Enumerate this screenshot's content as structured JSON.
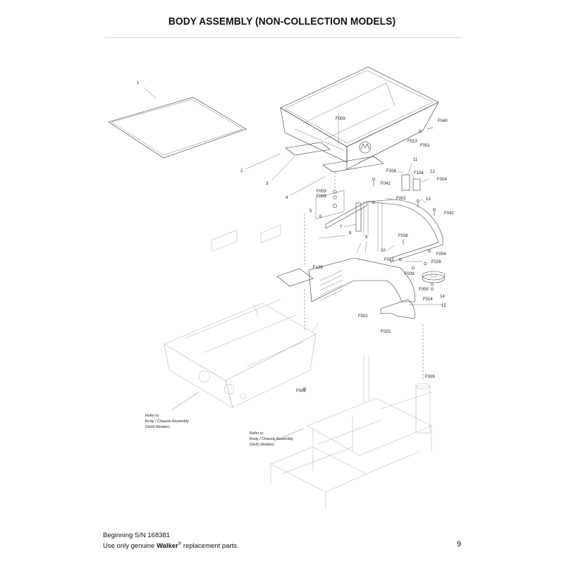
{
  "page": {
    "title": "BODY ASSEMBLY (NON-COLLECTION MODELS)",
    "page_number": "9"
  },
  "footer": {
    "line1": "Beginning S/N 168381",
    "line2_pre": "Use only genuine ",
    "brand": "Walker",
    "registered": "®",
    "line2_post": " replacement parts."
  },
  "callouts": {
    "c1": "1",
    "c2": "2",
    "c3": "3",
    "c4": "4",
    "c5": "5",
    "c6": "6",
    "c7": "7",
    "c8": "8",
    "c9": "9",
    "c10": "10",
    "c11": "11",
    "c12": "12",
    "c13": "13",
    "c14": "14",
    "c15": "15",
    "f009a": "F009",
    "f040": "F040",
    "f013": "F013",
    "f051": "F051",
    "f104a": "F104",
    "f104b": "F104",
    "f004a": "F004",
    "f042a": "F042",
    "f002a": "F002",
    "f042b": "F042",
    "f009b": "F009",
    "f009c": "F009",
    "f038a": "F038",
    "f004b": "F004",
    "f012": "F012",
    "f026": "F026",
    "f038b": "F038",
    "f128": "F128",
    "f059": "F059",
    "f014": "F014",
    "f002b": "F002",
    "f025": "F025",
    "f009d": "F009",
    "f002c": "F002"
  },
  "notes": {
    "ref1_l1": "Refer to",
    "ref1_l2": "Body / Chassis Assembly",
    "ref1_l3": "(GHS Models)",
    "ref2_l1": "Refer to",
    "ref2_l2": "Body / Chassis Assembly",
    "ref2_l3": "(GHS Models)"
  }
}
